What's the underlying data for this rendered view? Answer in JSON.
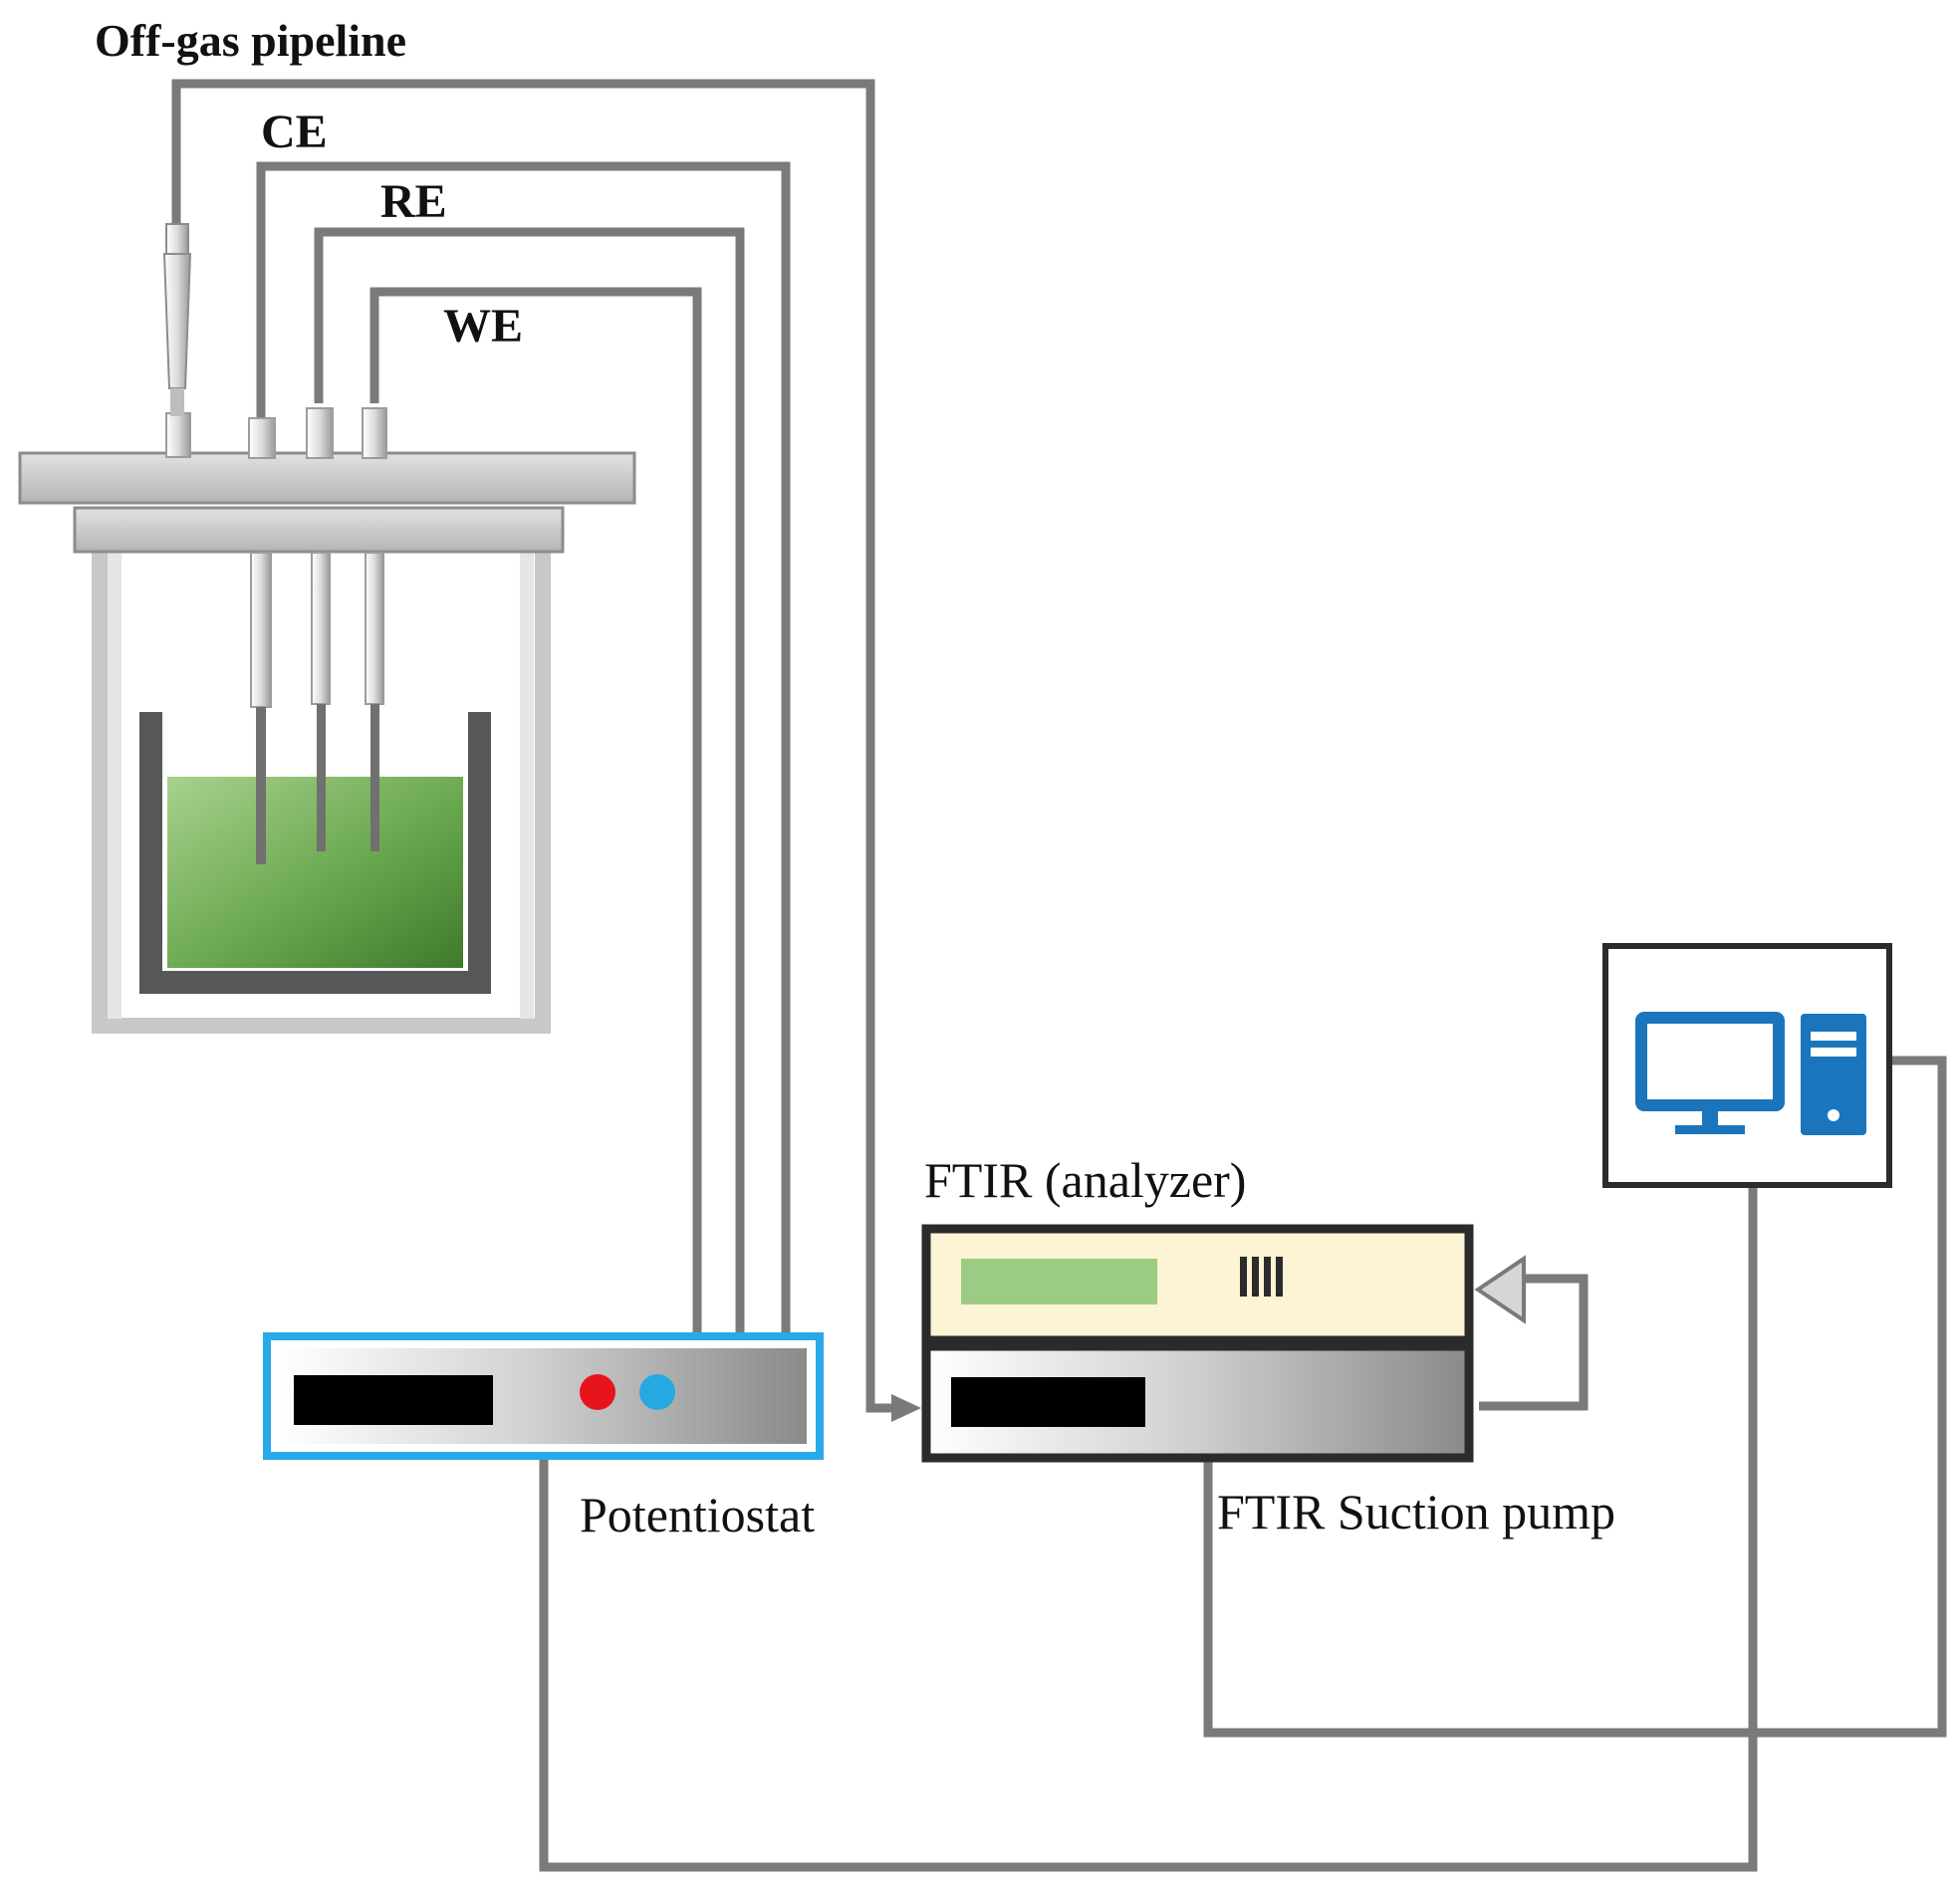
{
  "labels": {
    "offgas": "Off-gas pipeline",
    "ce": "CE",
    "re": "RE",
    "we": "WE",
    "ftir_analyzer": "FTIR (analyzer)",
    "potentiostat": "Potentiostat",
    "ftir_pump": "FTIR Suction pump"
  },
  "colors": {
    "wire": "#7a7a7a",
    "electrolyte_light": "#a8d18d",
    "electrolyte_dark": "#3e7a2c",
    "potentiostat_border": "#29a9e8",
    "analyzer_body": "#fdf3d5",
    "analyzer_display": "#9ccc83",
    "computer_icon": "#1b75bc",
    "red_terminal": "#e8141b",
    "blue_terminal": "#26a9e0"
  },
  "icons": [
    "desktop-computer-icon",
    "electrochemical-cell-icon",
    "potentiostat-icon",
    "ftir-analyzer-icon",
    "suction-pump-icon"
  ]
}
